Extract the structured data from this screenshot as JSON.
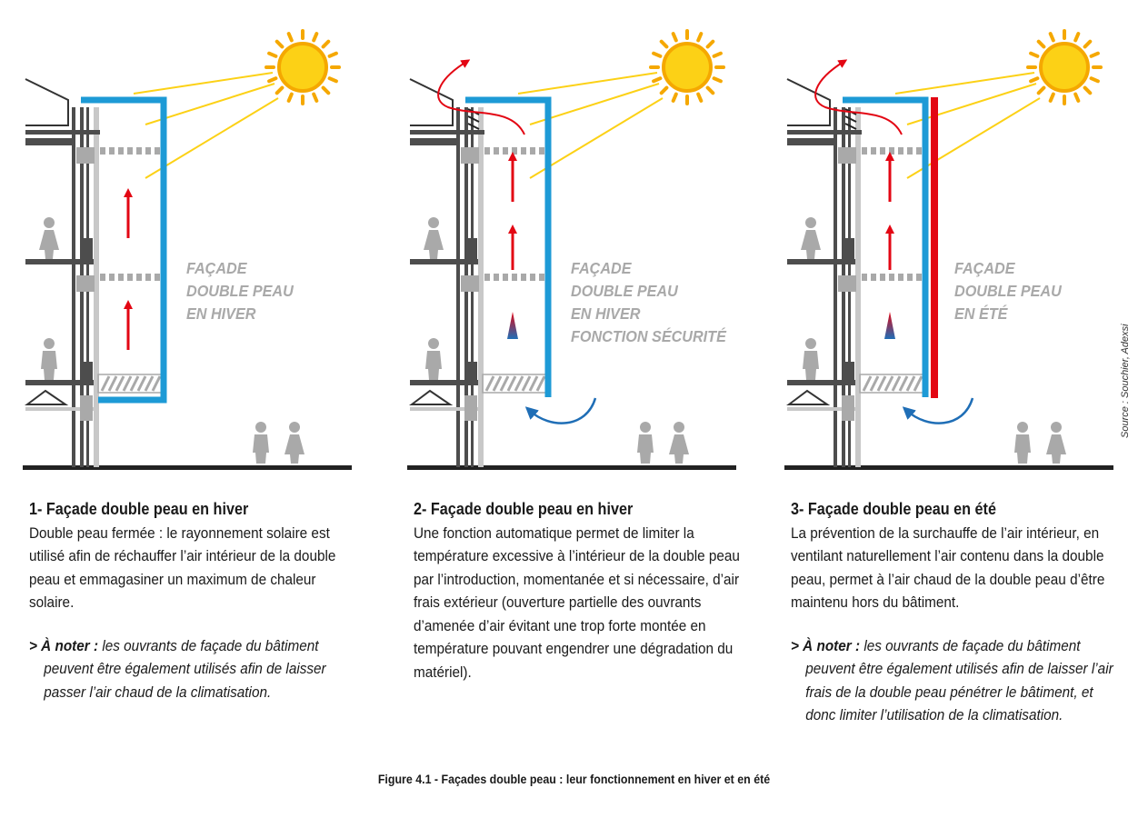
{
  "panels": [
    {
      "label_lines": [
        "FAÇADE",
        "DOUBLE PEAU",
        "EN HIVER"
      ],
      "title": "1- Façade double peau en hiver",
      "body": "Double peau fermée : le rayonnement solaire est utilisé afin de réchauffer l’air intérieur de la double peau et emmagasiner un maximum de chaleur solaire.",
      "note_prefix": "> À noter :",
      "note": " les ouvrants de façade du bâtiment peuvent être également utilisés afin de laisser passer l’air chaud de la climatisation."
    },
    {
      "label_lines": [
        "FAÇADE",
        "DOUBLE PEAU",
        "EN  HIVER",
        "FONCTION SÉCURITÉ"
      ],
      "title": "2- Façade double peau en hiver",
      "body": "Une fonction automatique permet de limiter la température excessive à l’intérieur de la double peau par l’introduction, momentanée et si nécessaire, d’air frais extérieur (ouverture partielle des ouvrants d’amenée d’air évitant une trop forte montée en température pouvant engendrer une dégradation du matériel).",
      "note_prefix": "",
      "note": ""
    },
    {
      "label_lines": [
        "FAÇADE",
        "DOUBLE PEAU",
        "EN ÉTÉ"
      ],
      "title": "3- Façade double peau en été",
      "body": "La prévention de la surchauffe de l’air intérieur, en ventilant naturellement l’air contenu dans la double peau, permet à l’air chaud de la double peau d’être maintenu hors du bâtiment.",
      "note_prefix": "> À noter :",
      "note": " les ouvrants de façade du bâtiment peuvent être également utilisés afin de laisser l’air frais de la double peau pénétrer le bâtiment, et donc limiter l’utilisation de la climatisation."
    }
  ],
  "caption": "Figure 4.1 - Façades double peau : leur fonctionnement en hiver et en été",
  "source": "Source : Souchier, Adexsi",
  "colors": {
    "facade_blue": "#1d9ad6",
    "warm_red": "#e30613",
    "sun_yellow": "#fcd116",
    "sun_orange": "#f5a800",
    "structure_gray": "#4d4d4d",
    "light_gray": "#a9a9a9",
    "cool_blue": "#1f6eb6"
  }
}
